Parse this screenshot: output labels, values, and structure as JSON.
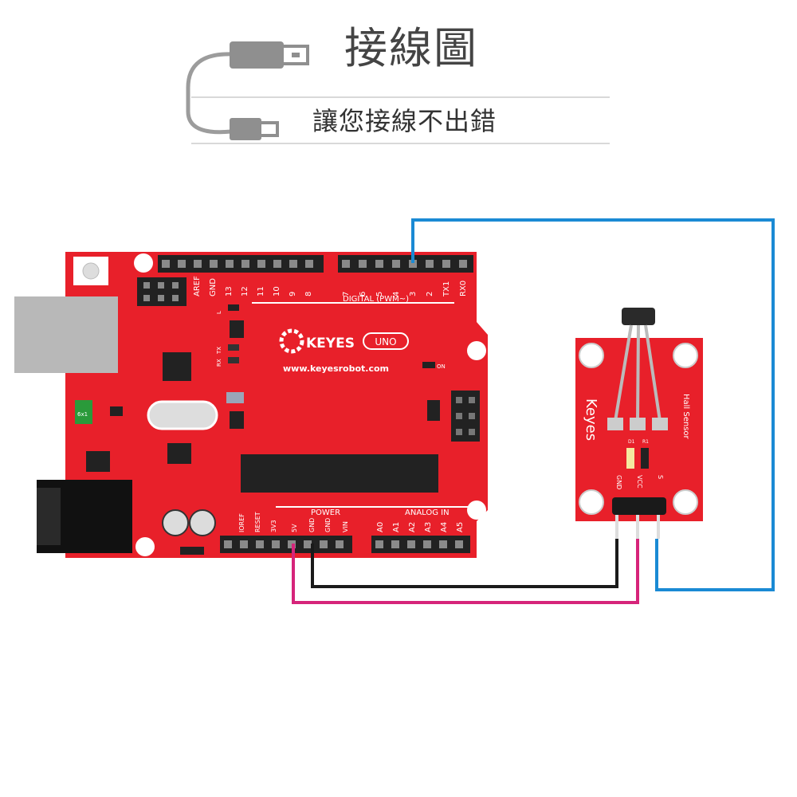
{
  "header": {
    "title": "接線圖",
    "subtitle": "讓您接線不出錯"
  },
  "board": {
    "logo_text": "KEYES",
    "model_badge": "UNO",
    "website": "www.keyesrobot.com",
    "digital_label": "DIGITAL  (PWM~)",
    "power_label": "POWER",
    "analog_label": "ANALOG IN",
    "top_pin_labels": [
      "AREF",
      "GND",
      "13",
      "12",
      "11",
      "10",
      "9",
      "8",
      "7",
      "6",
      "5",
      "4",
      "3",
      "2",
      "TX1",
      "RX0"
    ],
    "power_pin_labels": [
      "IOREF",
      "RESET",
      "3V3",
      "5V",
      "GND",
      "GND",
      "VIN"
    ],
    "analog_pin_labels": [
      "A0",
      "A1",
      "A2",
      "A3",
      "A4",
      "A5"
    ],
    "small_labels": {
      "l": "L",
      "tx": "TX",
      "rx": "RX",
      "on": "ON",
      "fuse": "6x1"
    }
  },
  "module": {
    "brand": "Keyes",
    "name": "Hall Sensor",
    "pin_labels": [
      "GND",
      "VCC",
      "S"
    ],
    "component_labels": [
      "D1",
      "R1"
    ]
  },
  "colors": {
    "board_red": "#e8202a",
    "wire_signal": "#1a8ad4",
    "wire_vcc": "#d6247a",
    "wire_gnd": "#1a1a1a"
  },
  "connections": [
    {
      "from": "module.S",
      "to": "board.D3",
      "color": "blue"
    },
    {
      "from": "module.VCC",
      "to": "board.5V",
      "color": "pink"
    },
    {
      "from": "module.GND",
      "to": "board.GND",
      "color": "black"
    }
  ]
}
